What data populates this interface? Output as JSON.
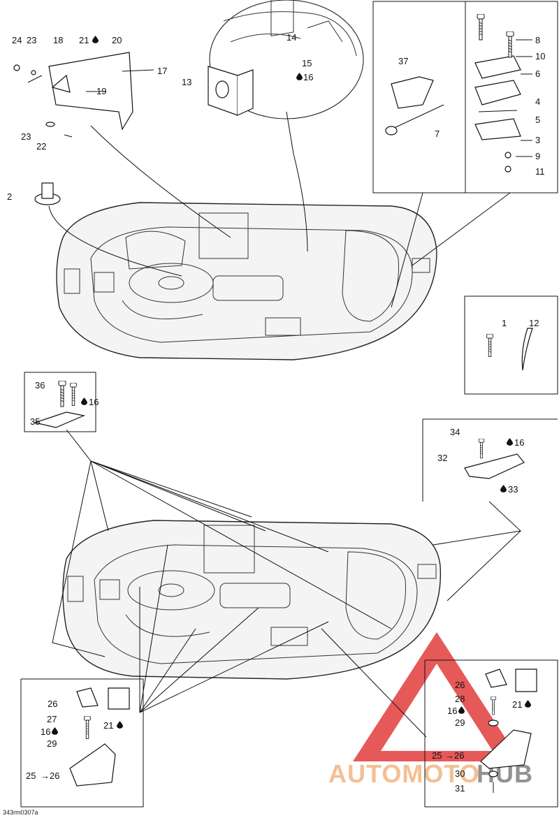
{
  "figure_code": "343rm0307a",
  "watermark": {
    "part1": "AUTOMOTO",
    "part2": "HUB",
    "color1": "#f2b07a",
    "color2": "#777777",
    "triangle_color": "#e03030"
  },
  "labels": {
    "l1": "1",
    "l2": "2",
    "l3": "3",
    "l4": "4",
    "l5": "5",
    "l6": "6",
    "l7": "7",
    "l8": "8",
    "l9": "9",
    "l10": "10",
    "l11": "11",
    "l12": "12",
    "l13": "13",
    "l14": "14",
    "l15": "15",
    "l16": "16",
    "l17": "17",
    "l18": "18",
    "l19": "19",
    "l20": "20",
    "l21": "21",
    "l22": "22",
    "l23": "23",
    "l24": "24",
    "l25": "25",
    "l26": "26",
    "l27": "27",
    "l28": "28",
    "l29": "29",
    "l30": "30",
    "l31": "31",
    "l32": "32",
    "l33": "33",
    "l34": "34",
    "l35": "35",
    "l36": "36",
    "l37": "37"
  },
  "drop_icon": "oil-drop-icon",
  "arrow_icon": "right-arrow-icon"
}
